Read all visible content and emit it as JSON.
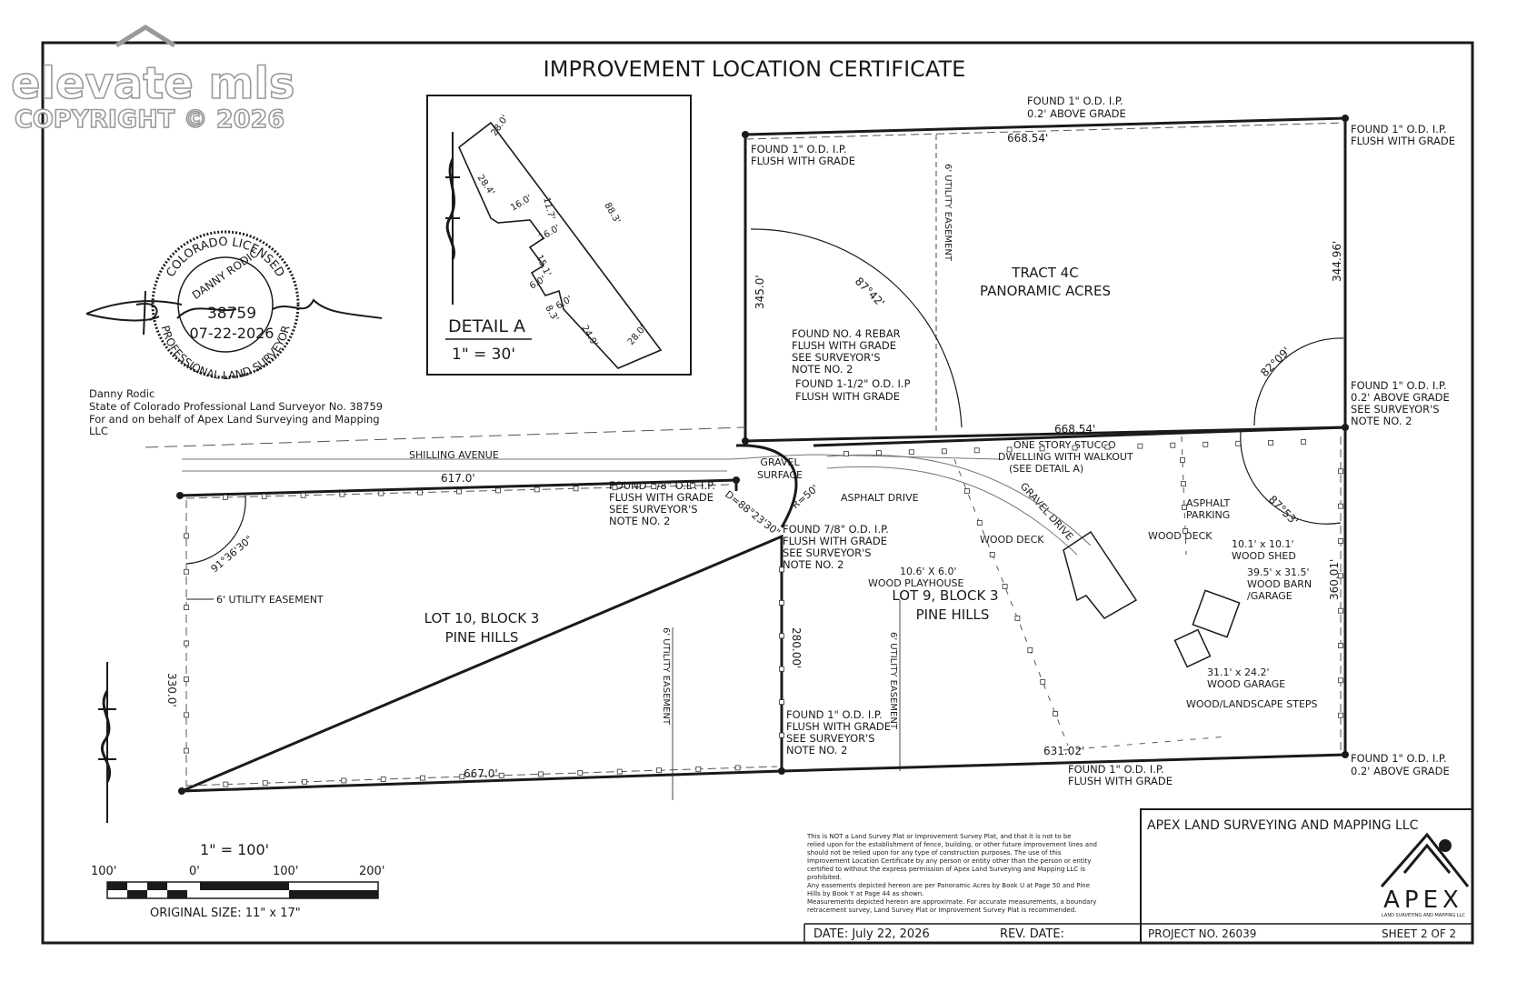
{
  "watermark": {
    "brand": "elevate mls",
    "copyright": "COPYRIGHT © 2026"
  },
  "title": "IMPROVEMENT LOCATION CERTIFICATE",
  "detail_a": {
    "heading": "DETAIL A",
    "scale": "1\" = 30'",
    "dims": [
      "28.0'",
      "28.4'",
      "16.0'",
      "11.7'",
      "88.3'",
      "16.0'",
      "15.1'",
      "6.0'",
      "8.3'",
      "6.0'",
      "24.9'",
      "28.0'"
    ]
  },
  "seal": {
    "top_text": "COLORADO LICENSED",
    "name": "DANNY RODIC",
    "number": "38759",
    "date": "07-22-2026",
    "bottom_text": "PROFESSIONAL LAND SURVEYOR"
  },
  "surveyor": {
    "line1": "Danny Rodic",
    "line2": "State of Colorado Professional Land Surveyor No. 38759",
    "line3": "For and on behalf of Apex Land Surveying and Mapping",
    "line4": "LLC"
  },
  "tract": {
    "name": "TRACT 4C",
    "sub": "PANORAMIC ACRES",
    "dims": [
      "668.54'",
      "345.0'",
      "344.96'",
      "668.54'",
      "87°42'",
      "82°09'",
      "6' UTILITY EASEMENT"
    ]
  },
  "lot10": {
    "name": "LOT 10, BLOCK 3",
    "sub": "PINE HILLS",
    "dims": [
      "617.0'",
      "330.0'",
      "667.0'",
      "91°36'30\"",
      "6' UTILITY EASEMENT",
      "6' UTILITY EASEMENT"
    ]
  },
  "lot9": {
    "name": "LOT 9, BLOCK 3",
    "sub": "PINE HILLS",
    "dims": [
      "280.00'",
      "631.02'",
      "360.01'",
      "87°53'",
      "6' UTILITY EASEMENT",
      "R=50'",
      "D=88°23'30\""
    ]
  },
  "street": "SHILLING AVENUE",
  "notes": {
    "n1a": "FOUND 1\" O.D. I.P.",
    "n1b": "0.2' ABOVE GRADE",
    "n2a": "FOUND 1\" O.D. I.P.",
    "n2b": "FLUSH WITH GRADE",
    "n3a": "FOUND 1\" O.D. I.P.",
    "n3b": "FLUSH WITH GRADE",
    "n4a": "FOUND NO. 4 REBAR",
    "n4b": "FLUSH WITH GRADE",
    "n4c": "SEE SURVEYOR'S",
    "n4d": "NOTE NO. 2",
    "n5a": "FOUND 1-1/2\" O.D. I.P",
    "n5b": "FLUSH WITH GRADE",
    "n6a": "FOUND 1\" O.D. I.P.",
    "n6b": "0.2' ABOVE GRADE",
    "n6c": "SEE SURVEYOR'S",
    "n6d": "NOTE NO. 2",
    "n7a": "FOUND 7/8\" O.D. I.P.",
    "n7b": "FLUSH WITH GRADE",
    "n7c": "SEE SURVEYOR'S",
    "n7d": "NOTE NO. 2",
    "n8a": "FOUND 7/8\" O.D. I.P.",
    "n8b": "FLUSH WITH GRADE",
    "n8c": "SEE SURVEYOR'S",
    "n8d": "NOTE NO. 2",
    "n9a": "FOUND 1\" O.D. I.P.",
    "n9b": "FLUSH WITH GRADE",
    "n9c": "SEE SURVEYOR'S",
    "n9d": "NOTE NO. 2",
    "n10a": "FOUND 1\" O.D. I.P.",
    "n10b": "FLUSH WITH GRADE",
    "n11a": "FOUND 1\" O.D. I.P.",
    "n11b": "0.2' ABOVE GRADE"
  },
  "features": {
    "gravel1": "GRAVEL",
    "gravel2": "SURFACE",
    "asphalt_drive": "ASPHALT DRIVE",
    "gravel_drive": "GRAVEL DRIVE",
    "dwelling1": "ONE STORY STUCCO",
    "dwelling2": "DWELLING WITH WALKOUT",
    "dwelling3": "(SEE DETAIL A)",
    "parking1": "ASPHALT",
    "parking2": "PARKING",
    "wood_deck": "WOOD DECK",
    "wood_deck2": "WOOD DECK",
    "shed1": "10.1' x 10.1'",
    "shed2": "WOOD SHED",
    "barn1": "39.5' x 31.5'",
    "barn2": "WOOD BARN",
    "barn3": "/GARAGE",
    "play1": "10.6' X 6.0'",
    "play2": "WOOD PLAYHOUSE",
    "garage1": "31.1' x 24.2'",
    "garage2": "WOOD GARAGE",
    "steps": "WOOD/LANDSCAPE STEPS"
  },
  "scale_bar": {
    "ratio": "1\" = 100'",
    "ticks": [
      "100'",
      "0'",
      "100'",
      "200'"
    ],
    "original": "ORIGINAL SIZE: 11\" x 17\""
  },
  "disclaimer": [
    "This is NOT a Land Survey Plat or Improvement Survey Plat, and that it is not to be",
    "relied upon for the establishment of fence, building, or other future improvement lines and",
    "should not be relied upon for any type of construction purposes. The use of this",
    "Improvement Location Certificate by any person or entity other than the person or entity",
    "certified to without the express permission of Apex Land Surveying and Mapping LLC is",
    "prohibited.",
    "Any easements depicted hereon are per Panoramic Acres by Book U at Page 50 and Pine",
    "Hills by Book Y at Page 44 as shown.",
    "Measurements depicted hereon are approximate. For accurate measurements, a boundary",
    "retracement survey, Land Survey Plat or Improvement Survey Plat is recommended."
  ],
  "title_block": {
    "company": "APEX LAND SURVEYING AND MAPPING LLC",
    "logo": "APEX",
    "logo_sub": "LAND SURVEYING AND MAPPING LLC",
    "date": "DATE: July 22, 2026",
    "rev": "REV. DATE:",
    "project": "PROJECT NO. 26039",
    "sheet": "SHEET 2 OF 2"
  },
  "colors": {
    "ink": "#1a1a1a",
    "watermark_stroke": "#9a9a9a",
    "paper": "#ffffff"
  }
}
